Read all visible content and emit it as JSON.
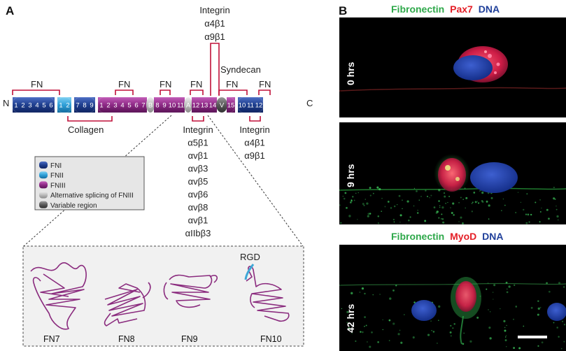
{
  "panels": {
    "a": "A",
    "b": "B"
  },
  "diagram": {
    "n_terminus": "N",
    "c_terminus": "C",
    "group_fn_1": "FN",
    "group_fn_2": "FN",
    "group_fn_3": "FN",
    "group_fn_4": "FN",
    "group_fn_5": "FN",
    "group_fn_6": "FN",
    "collagen": "Collagen",
    "syndecan": "Syndecan",
    "integrin_top": {
      "title": "Integrin",
      "items": [
        "α4β1",
        "α9β1"
      ]
    },
    "integrin_mid": {
      "title": "Integrin",
      "items": [
        "α5β1",
        "αvβ1",
        "αvβ3",
        "αvβ5",
        "αvβ6",
        "αvβ8",
        "αvβ1",
        "αIIbβ3"
      ]
    },
    "integrin_right": {
      "title": "Integrin",
      "items": [
        "α4β1",
        "α9β1"
      ]
    },
    "domains": [
      "1",
      "2",
      "3",
      "4",
      "5",
      "6",
      "1",
      "2",
      "7",
      "8",
      "9",
      "1",
      "2",
      "3",
      "4",
      "5",
      "6",
      "7",
      "B",
      "8",
      "9",
      "10",
      "11",
      "A",
      "12",
      "13",
      "14",
      "V",
      "15",
      "10",
      "11",
      "12"
    ],
    "legend": [
      {
        "label": "FNI",
        "color": "#1f3f8f"
      },
      {
        "label": "FNII",
        "color": "#2fa0d8"
      },
      {
        "label": "FNIII",
        "color": "#8e2a86"
      },
      {
        "label": "Alternative splicing of FNIII",
        "color": "#c8c8c8"
      },
      {
        "label": "Variable region",
        "color": "#5a5a5a"
      }
    ],
    "rgd": "RGD",
    "structures": [
      "FN7",
      "FN8",
      "FN9",
      "FN10"
    ]
  },
  "micrographs": {
    "header1": {
      "fibronectin": "Fibronectin",
      "marker": "Pax7",
      "dna": "DNA"
    },
    "header2": {
      "fibronectin": "Fibronectin",
      "marker": "MyoD",
      "dna": "DNA"
    },
    "times": [
      "0 hrs",
      "9 hrs",
      "42 hrs"
    ],
    "colors": {
      "fibronectin": "#2ea84a",
      "marker": "#e41e26",
      "dna": "#1f3f9a"
    }
  }
}
